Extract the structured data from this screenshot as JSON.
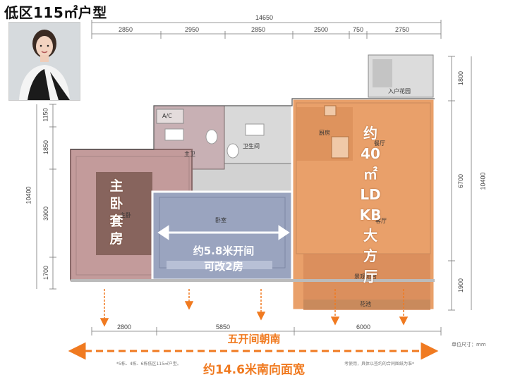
{
  "title": "低区115㎡户型",
  "dimensions": {
    "top_total": "14650",
    "top_segments": [
      "2850",
      "2950",
      "2850",
      "2500",
      "750",
      "2750"
    ],
    "left_total": "10400",
    "left_segments": [
      "1150",
      "1850",
      "3900",
      "1700"
    ],
    "right_total": "10400",
    "right_segments": [
      "1800",
      "6700",
      "1900"
    ],
    "bottom_segments": [
      "2800",
      "5850",
      "6000"
    ]
  },
  "rooms": {
    "entrance_garden": "入户花园",
    "kitchen": "厨房",
    "dining": "餐厅",
    "living": "客厅",
    "view_balcony": "景观阳台",
    "planter": "花池",
    "master_bath": "主卫",
    "ac": "A/C",
    "bathroom": "卫生间",
    "bedroom": "卧室",
    "master_bedroom": "主卧"
  },
  "annotations": {
    "master_suite": "主卧套房",
    "ldkb": [
      "约",
      "40",
      "㎡",
      "LD",
      "KB",
      "大",
      "方",
      "厅"
    ],
    "bedroom_note": [
      "约5.8米开间",
      "可改2房"
    ],
    "south_rooms": "五开间朝南",
    "south_width": "约14.6米南向面宽",
    "footnote": "*5栋、4栋、6栋低区115㎡户型。",
    "footnote_tail": "考使用，具体以签约的合同图纸为准*",
    "unit": "单位尺寸：mm"
  },
  "colors": {
    "accent_orange": "#f07a20",
    "living_overlay": "#e9a06a",
    "bedroom_overlay": "#8e9ab5",
    "master_overlay": "#b88d8d"
  }
}
